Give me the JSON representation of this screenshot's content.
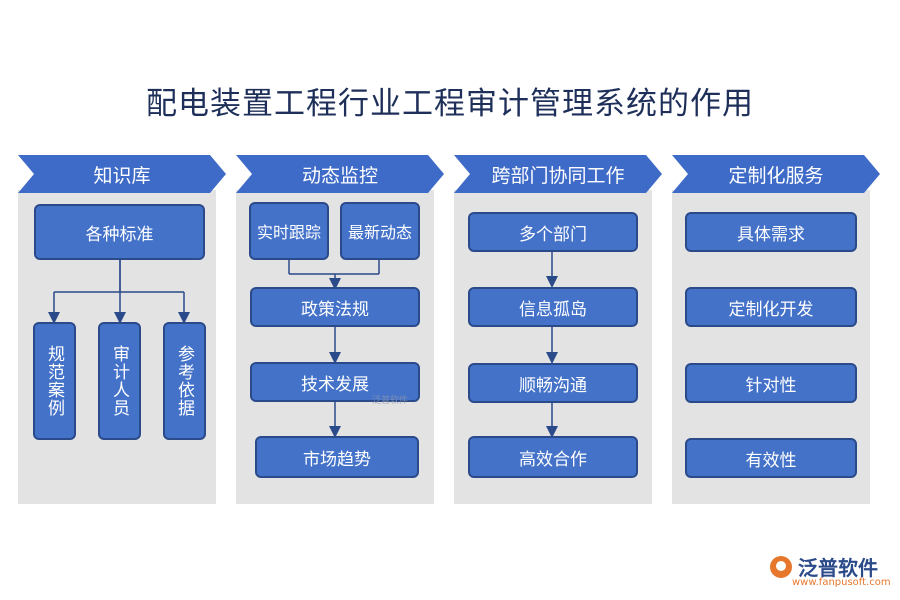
{
  "title": "配电装置工程行业工程审计管理系统的作用",
  "columns": [
    {
      "header": "知识库",
      "top_box": "各种标准",
      "sub_items": [
        "规范案例",
        "审计人员",
        "参考依据"
      ]
    },
    {
      "header": "动态监控",
      "top_boxes": [
        "实时跟踪",
        "最新动态"
      ],
      "items": [
        "政策法规",
        "技术发展",
        "市场趋势"
      ]
    },
    {
      "header": "跨部门协同工作",
      "items": [
        "多个部门",
        "信息孤岛",
        "顺畅沟通",
        "高效合作"
      ]
    },
    {
      "header": "定制化服务",
      "items": [
        "具体需求",
        "定制化开发",
        "针对性",
        "有效性"
      ]
    }
  ],
  "watermark": "泛普软件",
  "logo": {
    "name": "泛普软件",
    "url": "www.fanpusoft.com"
  },
  "colors": {
    "banner": "#3f6bc8",
    "box": "#4472c9",
    "border": "#2b4a8a",
    "panel": "#e3e3e3",
    "title": "#1e2f5a"
  }
}
